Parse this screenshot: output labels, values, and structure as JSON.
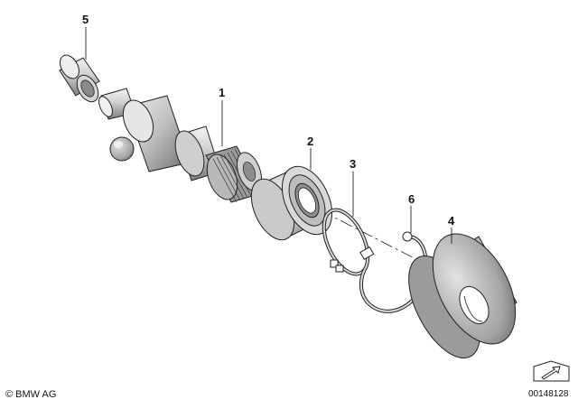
{
  "callouts": {
    "part_1": "1",
    "part_2": "2",
    "part_3": "3",
    "part_4": "4",
    "part_5": "5",
    "part_6": "6"
  },
  "footer": {
    "copyright": "© BMW AG",
    "diagram_number": "00148128"
  },
  "icons": {
    "nav_arrow": "arrow-icon"
  }
}
